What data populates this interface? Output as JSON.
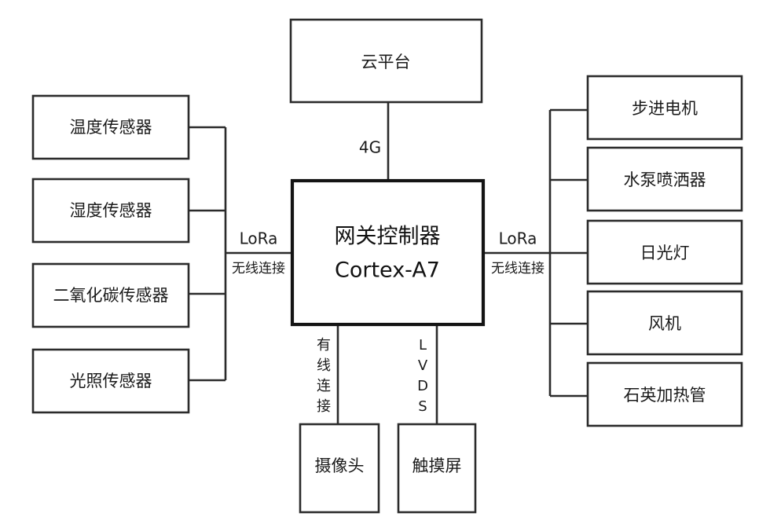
{
  "diagram": {
    "type": "block-architecture",
    "title_present": false,
    "colors": {
      "background": "#ffffff",
      "box_stroke": "#2b2b2b",
      "box_stroke_emphasis": "#141414",
      "box_fill": "#ffffff",
      "text": "#1a1a1a"
    },
    "controller": {
      "line1": "网关控制器",
      "line2": "Cortex-A7"
    },
    "cloud": {
      "label": "云平台"
    },
    "uplink": {
      "label": "4G"
    },
    "left_bus": {
      "label_top": "LoRa",
      "label_bottom": "无线连接"
    },
    "right_bus": {
      "label_top": "LoRa",
      "label_bottom": "无线连接"
    },
    "sensors": [
      {
        "label": "温度传感器"
      },
      {
        "label": "湿度传感器"
      },
      {
        "label": "二氧化碳传感器"
      },
      {
        "label": "光照传感器"
      }
    ],
    "actuators": [
      {
        "label": "步进电机"
      },
      {
        "label": "水泵喷洒器"
      },
      {
        "label": "日光灯"
      },
      {
        "label": "风机"
      },
      {
        "label": "石英加热管"
      }
    ],
    "peripherals": [
      {
        "label": "摄像头",
        "link_label_chars": [
          "有",
          "线",
          "连",
          "接"
        ]
      },
      {
        "label": "触摸屏",
        "link_label_chars": [
          "L",
          "V",
          "D",
          "S"
        ]
      }
    ]
  }
}
